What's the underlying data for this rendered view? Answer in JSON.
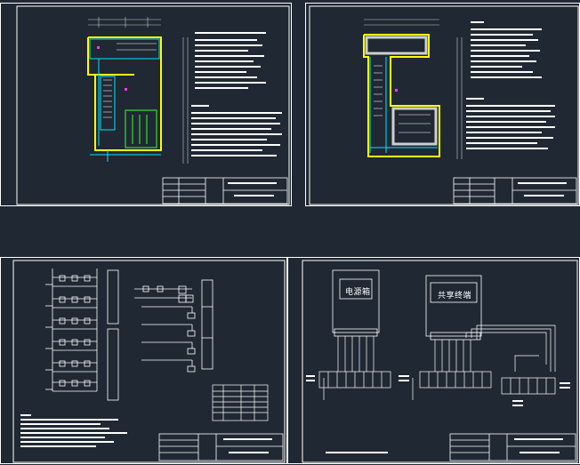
{
  "window": {
    "background": "#1f2833"
  },
  "colors": {
    "line": "#ffffff",
    "wall": "#ffff00",
    "cyan": "#00e5ff",
    "green": "#33dd33",
    "magenta": "#ff33ff",
    "grey": "#c8c8c8"
  },
  "sheets": [
    {
      "id": "sheet-1",
      "kind": "floor-plan"
    },
    {
      "id": "sheet-2",
      "kind": "floor-plan"
    },
    {
      "id": "sheet-3",
      "kind": "wiring-schematic"
    },
    {
      "id": "sheet-4",
      "kind": "equipment-connection"
    }
  ],
  "sheet4": {
    "box_left_label": "电源箱",
    "box_right_label": "共享终端"
  }
}
